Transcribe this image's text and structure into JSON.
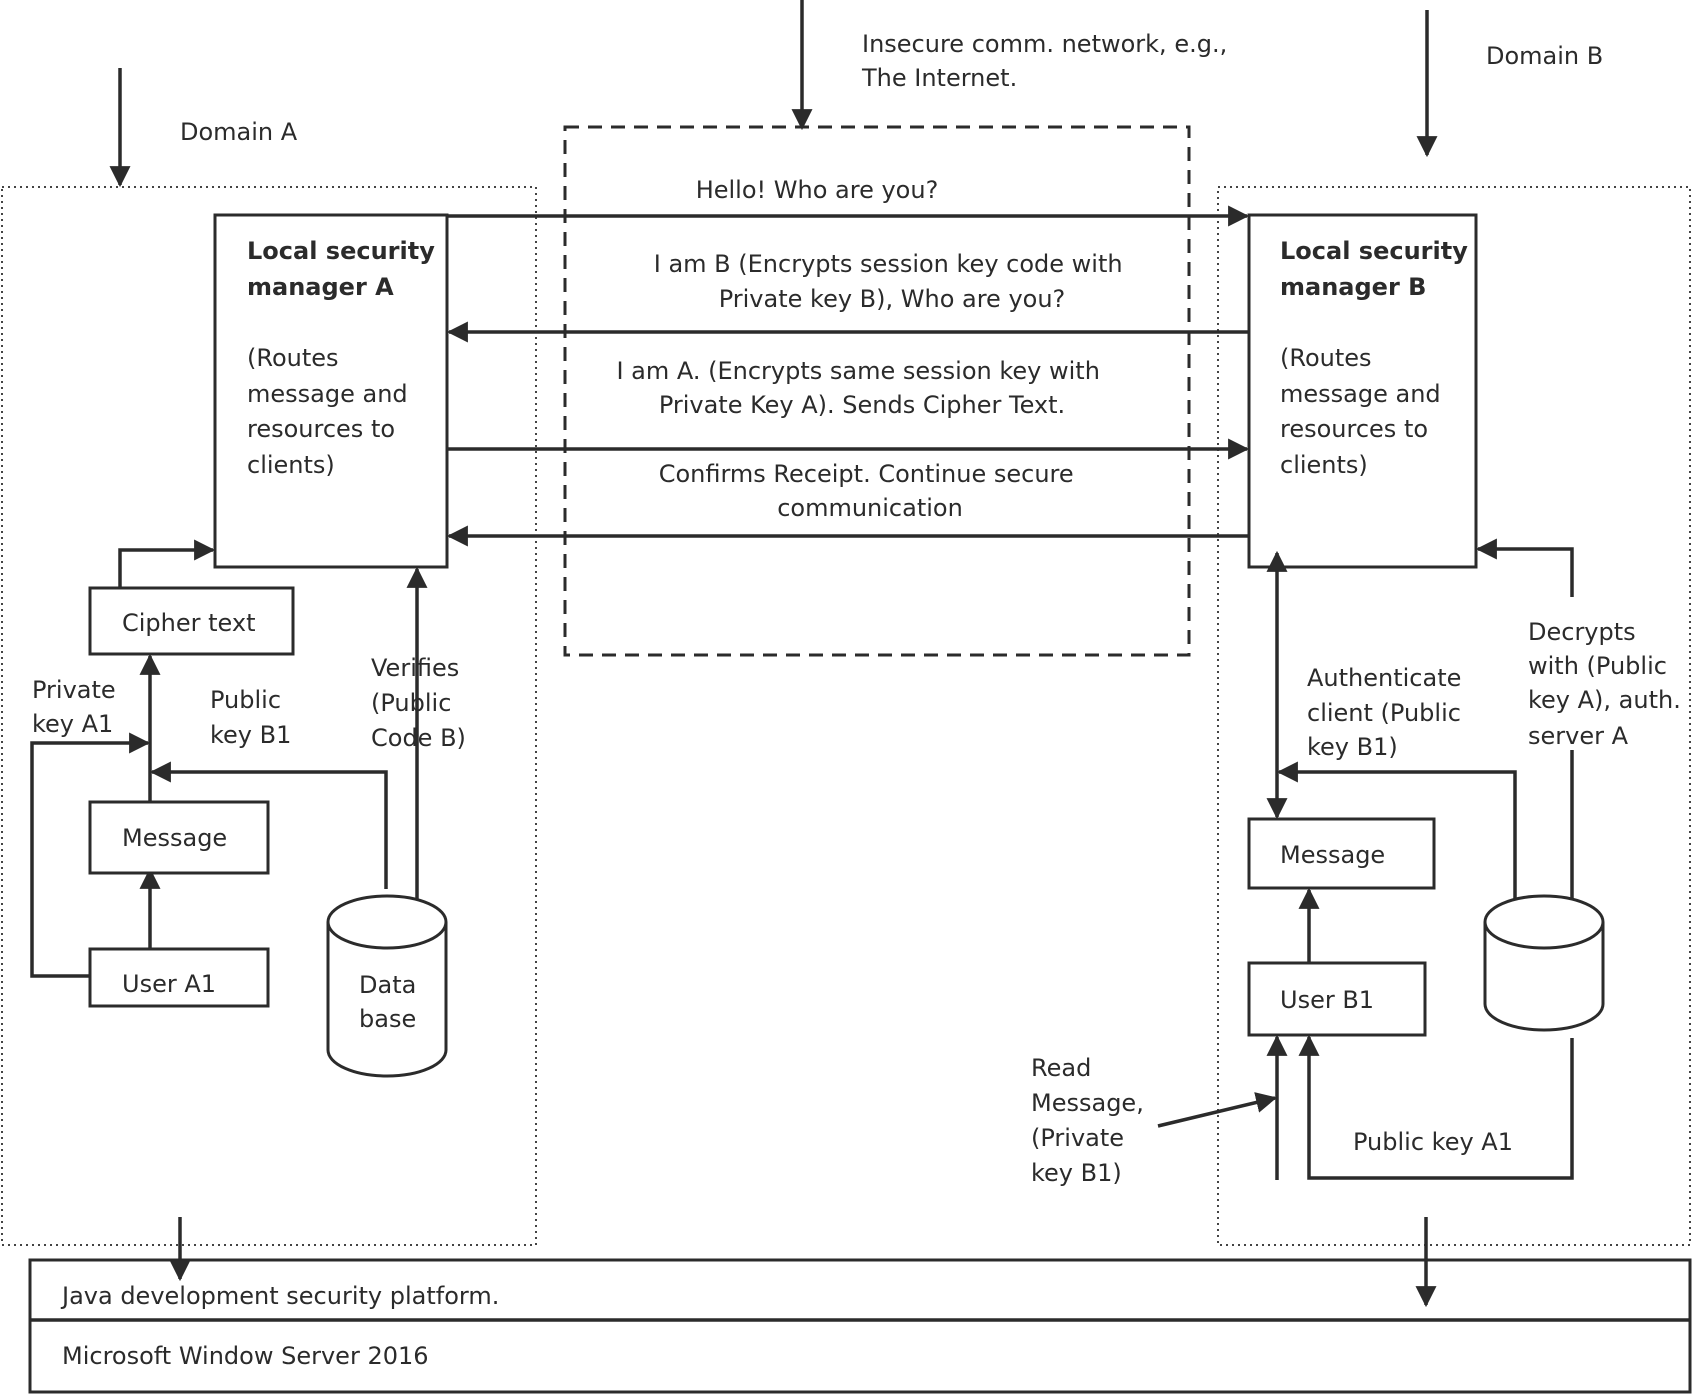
{
  "labels": {
    "insecure_network": [
      "Insecure comm. network, e.g.,",
      "The Internet."
    ],
    "domain_a": "Domain A",
    "domain_b": "Domain B",
    "lsm_a_title": [
      "Local security",
      "manager A"
    ],
    "lsm_a_desc": [
      "(Routes",
      "message and",
      "resources to",
      "clients)"
    ],
    "lsm_b_title": [
      "Local security",
      "manager B"
    ],
    "lsm_b_desc": [
      "(Routes",
      "message and",
      "resources to",
      "clients)"
    ],
    "msg1": "Hello! Who are you?",
    "msg2": [
      "I am B (Encrypts session key code with",
      "Private key B), Who are you?"
    ],
    "msg3": [
      "I am A. (Encrypts same session key with",
      "Private Key A). Sends Cipher Text."
    ],
    "msg4": [
      "Confirms Receipt. Continue secure",
      "communication"
    ],
    "cipher_text": "Cipher text",
    "private_key_a1": [
      "Private",
      "key A1"
    ],
    "public_key_b1": [
      "Public",
      "key B1"
    ],
    "verifies": [
      "Verifies",
      "(Public",
      "Code B)"
    ],
    "message_a": "Message",
    "user_a1": "User A1",
    "database": [
      "Data",
      "base"
    ],
    "authenticate": [
      "Authenticate",
      "client (Public",
      "key B1)"
    ],
    "decrypts": [
      "Decrypts",
      "with (Public",
      "key A), auth.",
      "server A"
    ],
    "message_b": "Message",
    "user_b1": "User B1",
    "read_message": [
      "Read",
      "Message,",
      "(Private",
      "key B1)"
    ],
    "public_key_a1": "Public key A1",
    "platform_java": "Java development security platform.",
    "platform_windows": "Microsoft Window Server 2016"
  }
}
